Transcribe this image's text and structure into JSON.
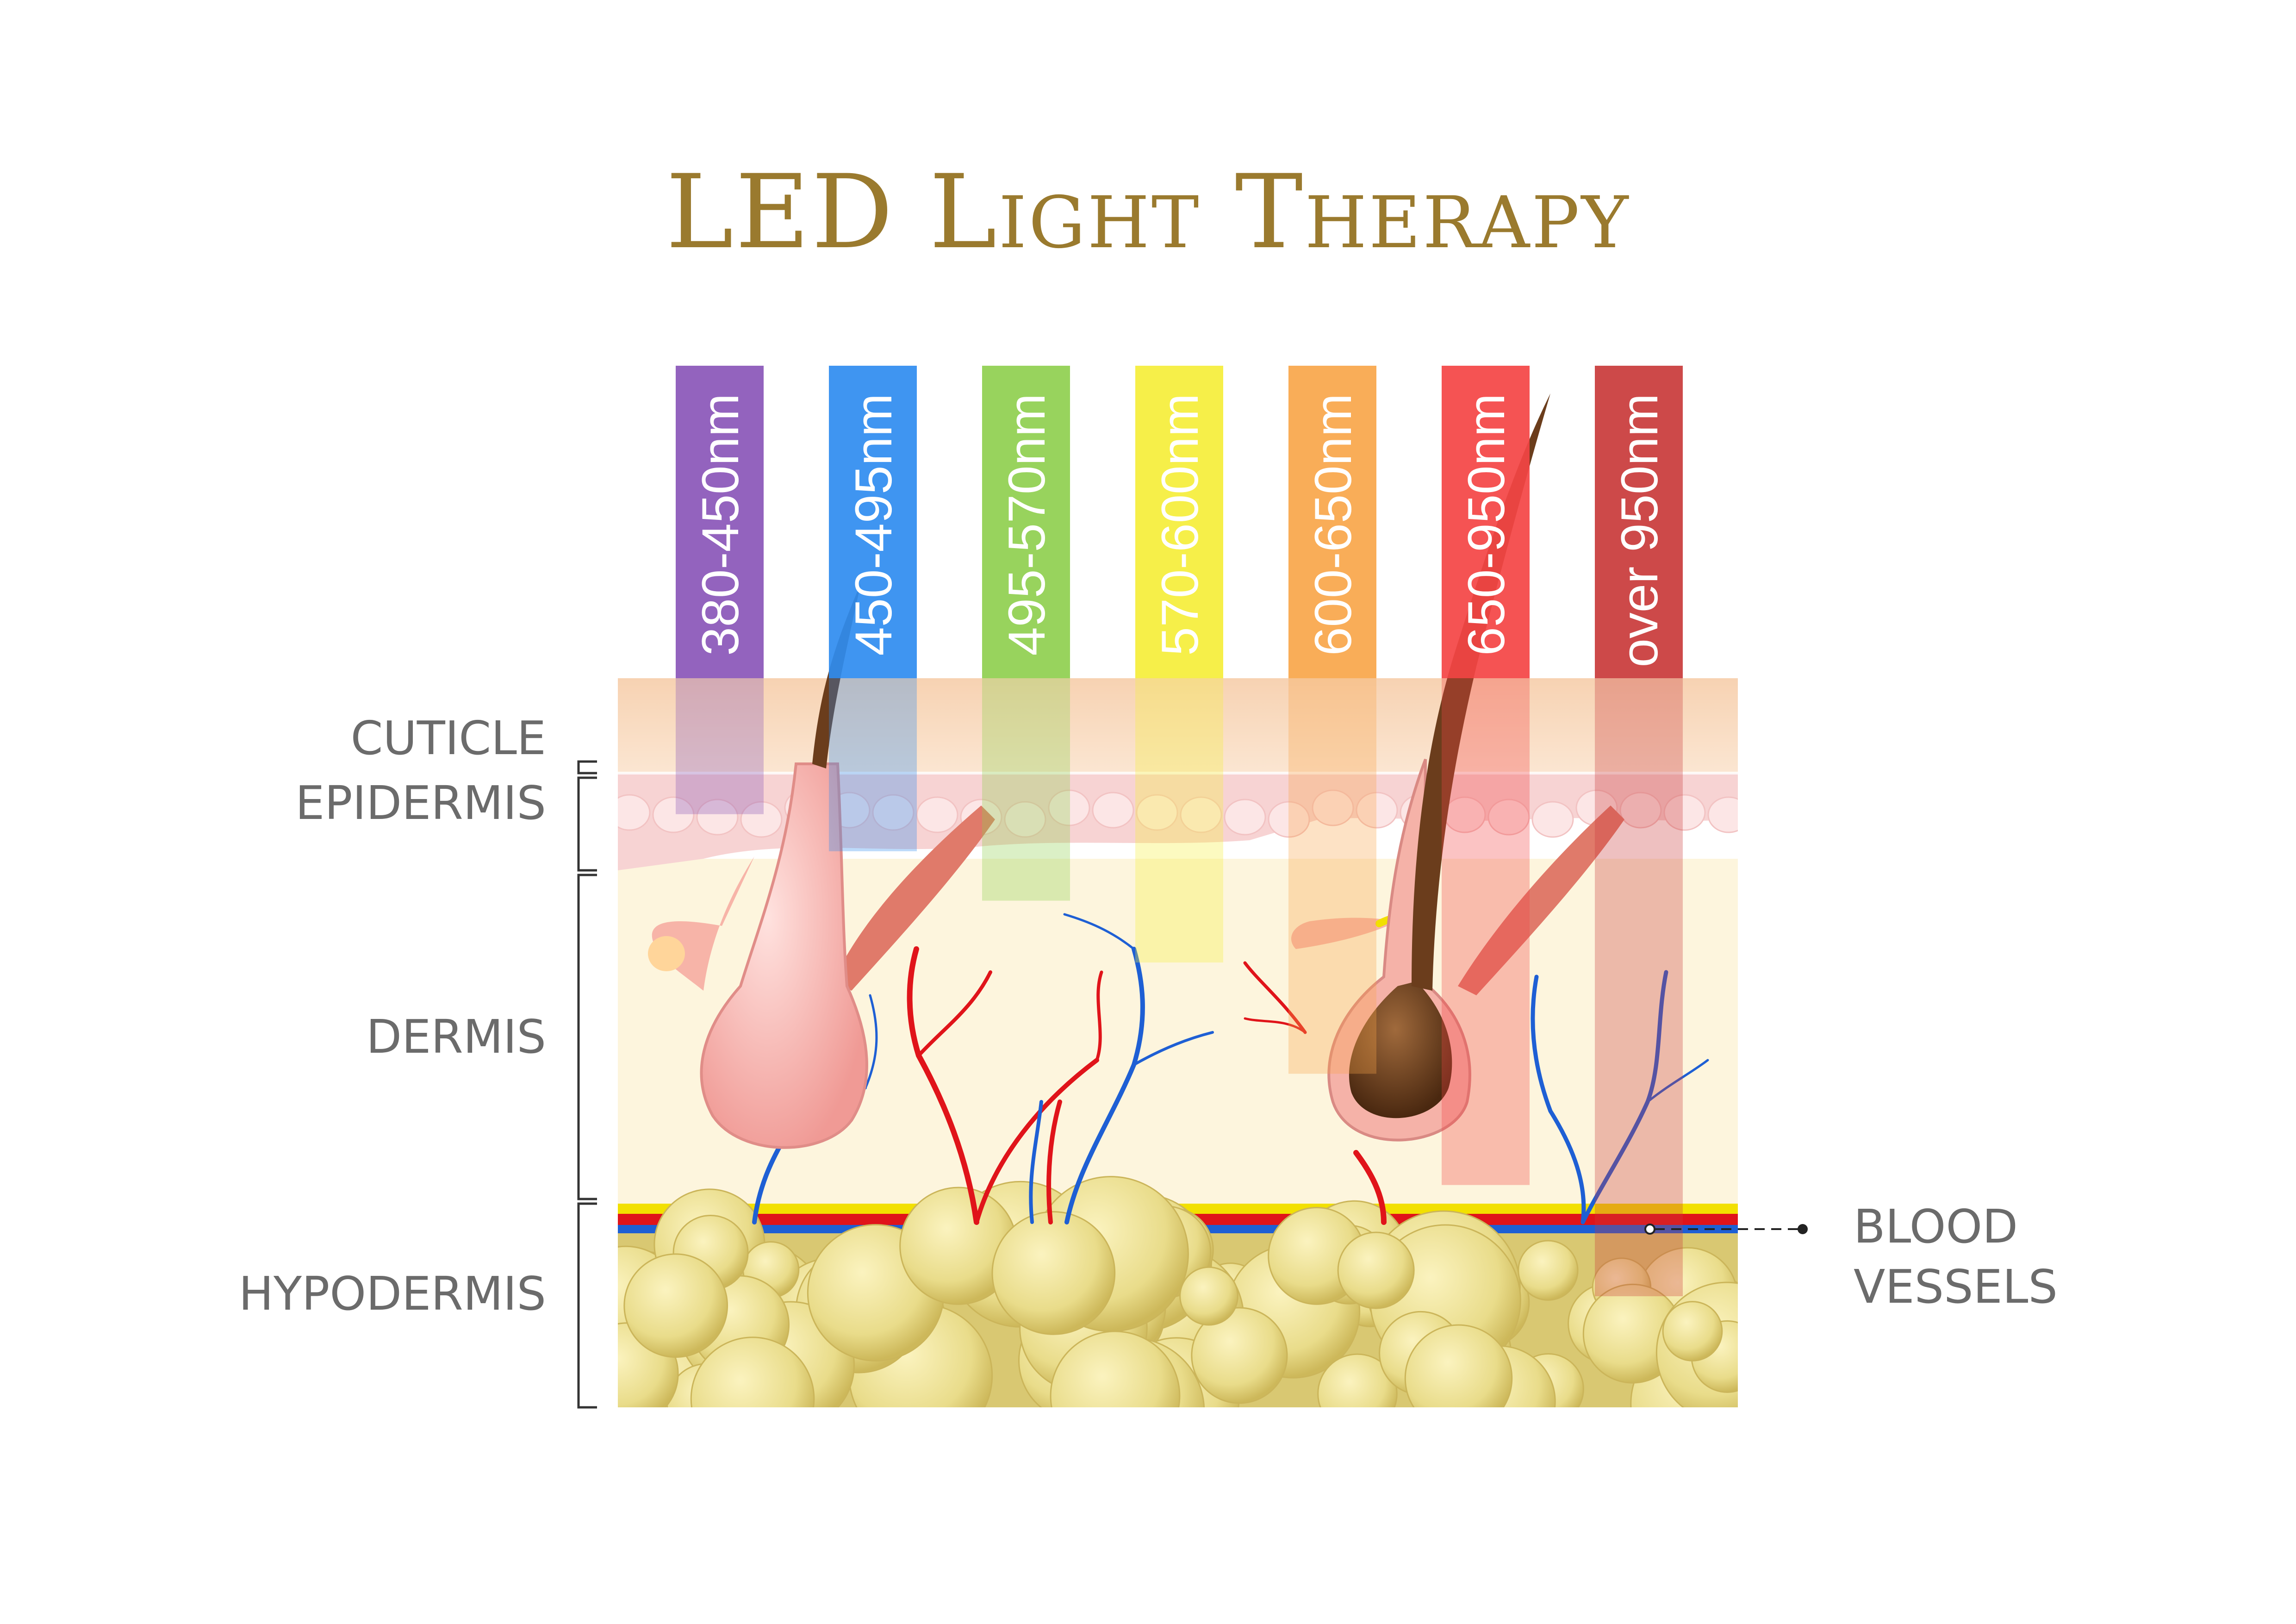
{
  "title": "LED Light Therapy",
  "colors": {
    "title": "#9a7a2e",
    "label": "#6b6b6b",
    "cuticle": "#f6d7bd",
    "epidermis": "#f7dcdc",
    "dermis": "#fdf5dd",
    "hypodermis": "#d9c872",
    "artery": "#e0141a",
    "vein": "#1e5fd4",
    "fat_line": "#f2e000"
  },
  "layers": {
    "cuticle": "CUTICLE",
    "epidermis": "EPIDERMIS",
    "dermis": "DERMIS",
    "hypodermis": "HYPODERMIS"
  },
  "blood_vessels": {
    "line1": "BLOOD",
    "line2": "VESSELS"
  },
  "wavelengths": [
    {
      "label": "380-450nm",
      "color": "#8a56b8",
      "depth": 0.22
    },
    {
      "label": "450-495nm",
      "color": "#2f8cf0",
      "depth": 0.28
    },
    {
      "label": "495-570nm",
      "color": "#8fcf4f",
      "depth": 0.36
    },
    {
      "label": "570-600nm",
      "color": "#f5ee3a",
      "depth": 0.46
    },
    {
      "label": "600-650nm",
      "color": "#f8a64a",
      "depth": 0.64
    },
    {
      "label": "650-950nm",
      "color": "#f44444",
      "depth": 0.82
    },
    {
      "label": "over  950nm",
      "color": "#c93a3a",
      "depth": 1.0
    }
  ]
}
